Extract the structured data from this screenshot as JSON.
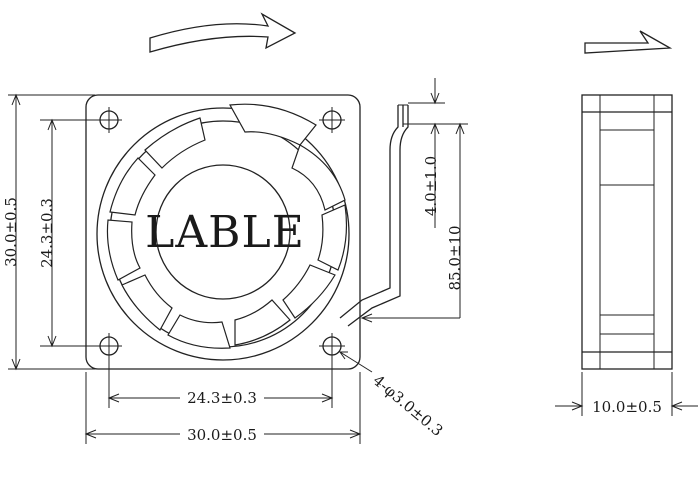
{
  "drawing": {
    "hub_label": "LABLE",
    "dims": {
      "height_outer": "30.0±0.5",
      "height_hole_pitch": "24.3±0.3",
      "width_hole_pitch": "24.3±0.3",
      "width_outer": "30.0±0.5",
      "lead_strip": "4.0±1.0",
      "lead_length": "85.0±10",
      "mount_holes": "4-φ3.0±0.3",
      "thickness": "10.0±0.5"
    },
    "icons": {
      "rotation_arrow": "curved-arrow-icon",
      "airflow_arrow": "bent-arrow-icon"
    }
  }
}
